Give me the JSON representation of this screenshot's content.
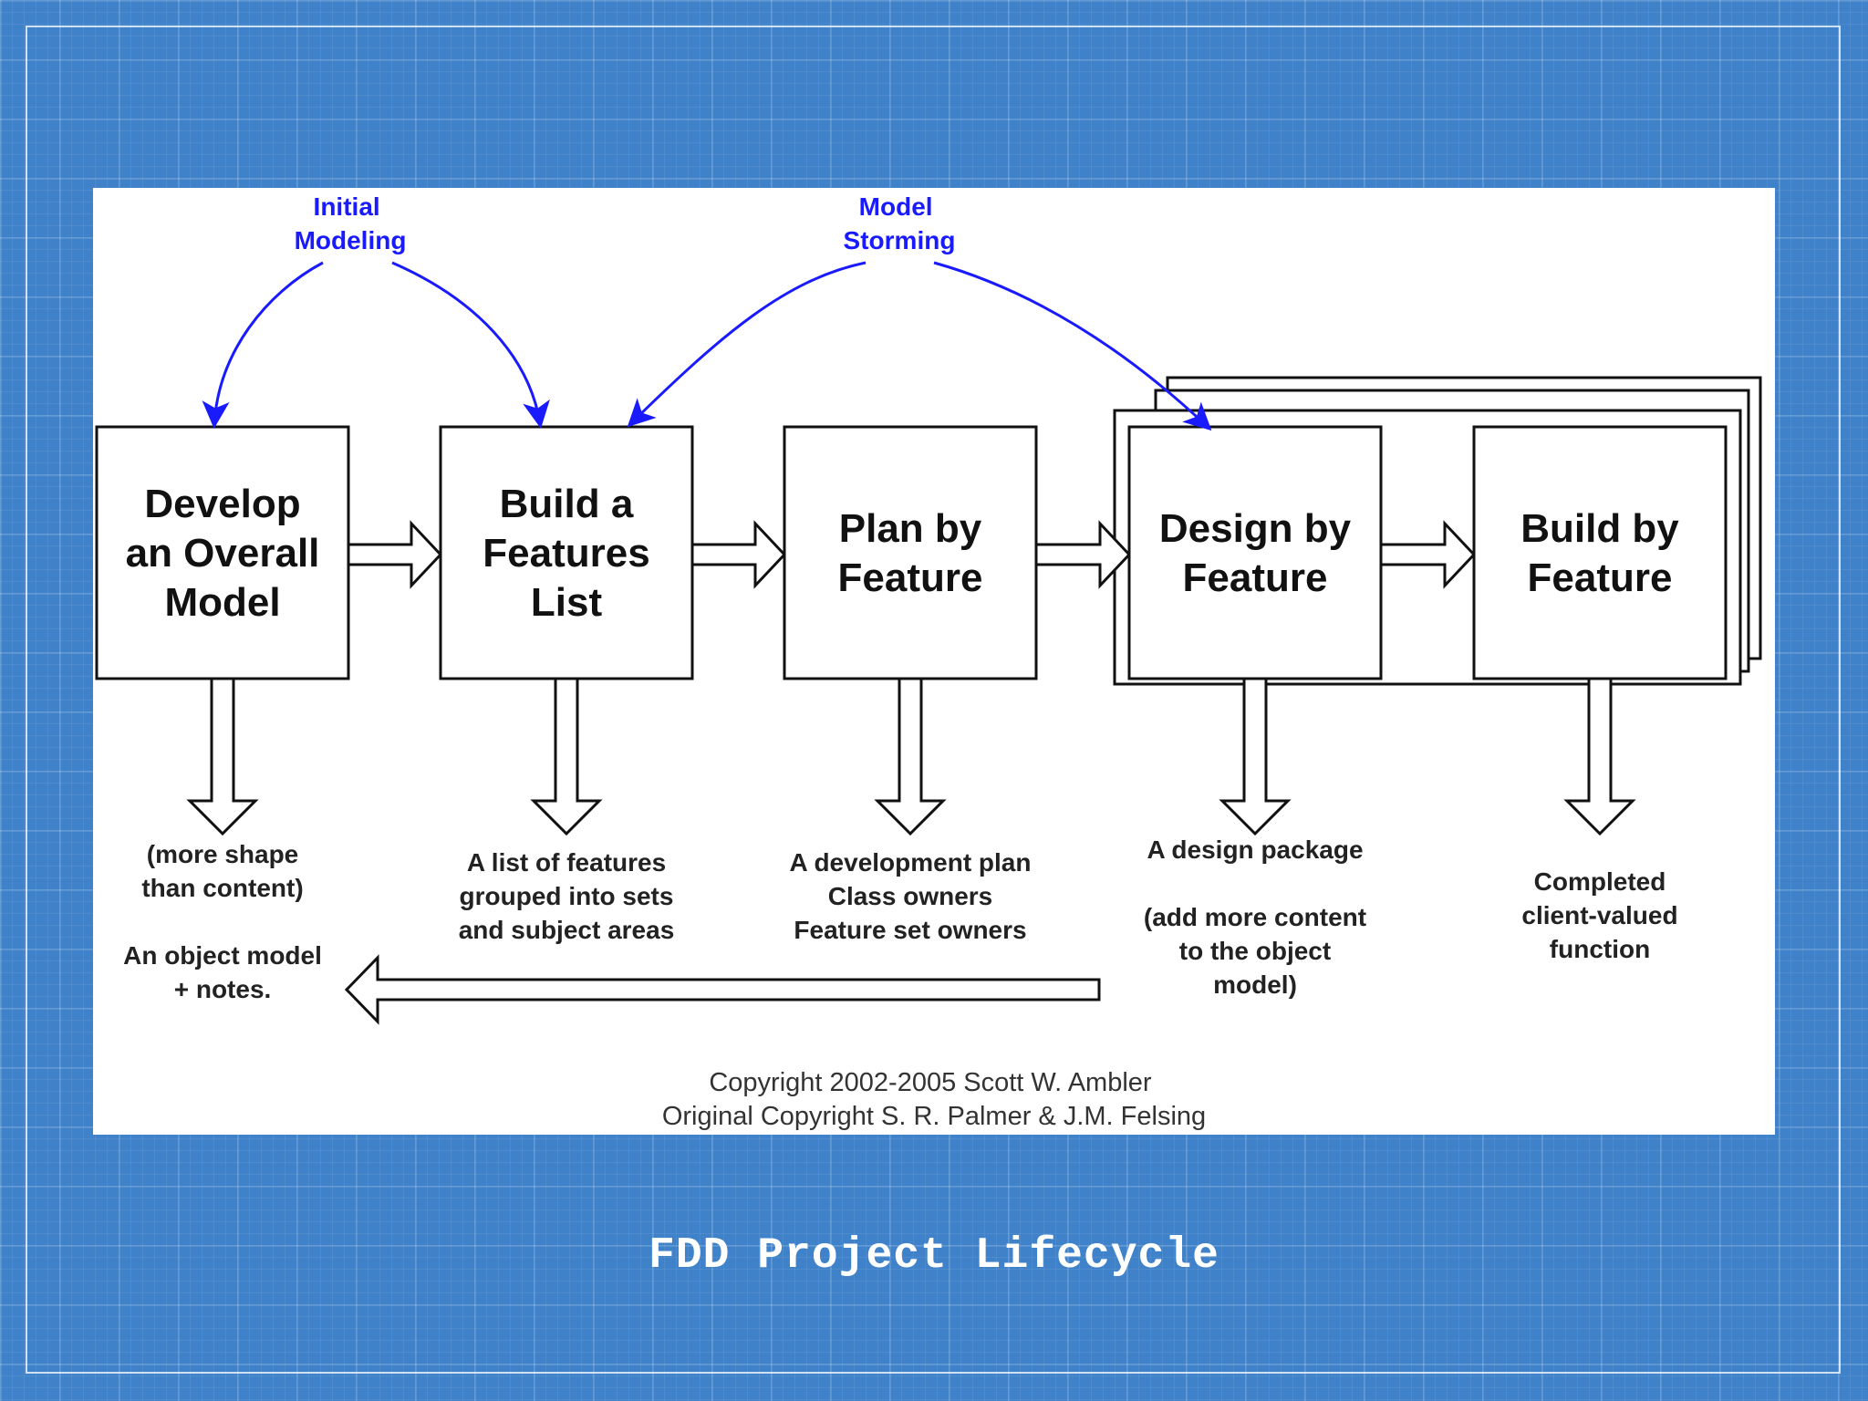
{
  "diagram": {
    "caption": "FDD Project Lifecycle",
    "loop_labels": {
      "initial_modeling": [
        "Initial",
        "Modeling"
      ],
      "model_storming": [
        "Model",
        "Storming"
      ]
    },
    "processes": [
      {
        "title": [
          "Develop",
          "an Overall",
          "Model"
        ],
        "output_lines": [
          "(more shape",
          "than content)",
          "",
          "An object model",
          "+ notes."
        ]
      },
      {
        "title": [
          "Build a",
          "Features",
          "List"
        ],
        "output_lines": [
          "A list of features",
          "grouped into sets",
          "and subject areas"
        ]
      },
      {
        "title": [
          "Plan by",
          "Feature"
        ],
        "output_lines": [
          "A development plan",
          "Class owners",
          "Feature set owners"
        ]
      },
      {
        "title": [
          "Design by",
          "Feature"
        ],
        "output_lines": [
          "A design package",
          "",
          "(add more content",
          "to the object",
          "model)"
        ]
      },
      {
        "title": [
          "Build by",
          "Feature"
        ],
        "output_lines": [
          "Completed",
          "client-valued",
          "function"
        ]
      }
    ],
    "copyright": [
      "Copyright 2002-2005 Scott W. Ambler",
      "Original Copyright S. R. Palmer & J.M. Felsing"
    ],
    "colors": {
      "loop": "#1a1aff",
      "box_stroke": "#111111",
      "panel": "#ffffff"
    }
  }
}
